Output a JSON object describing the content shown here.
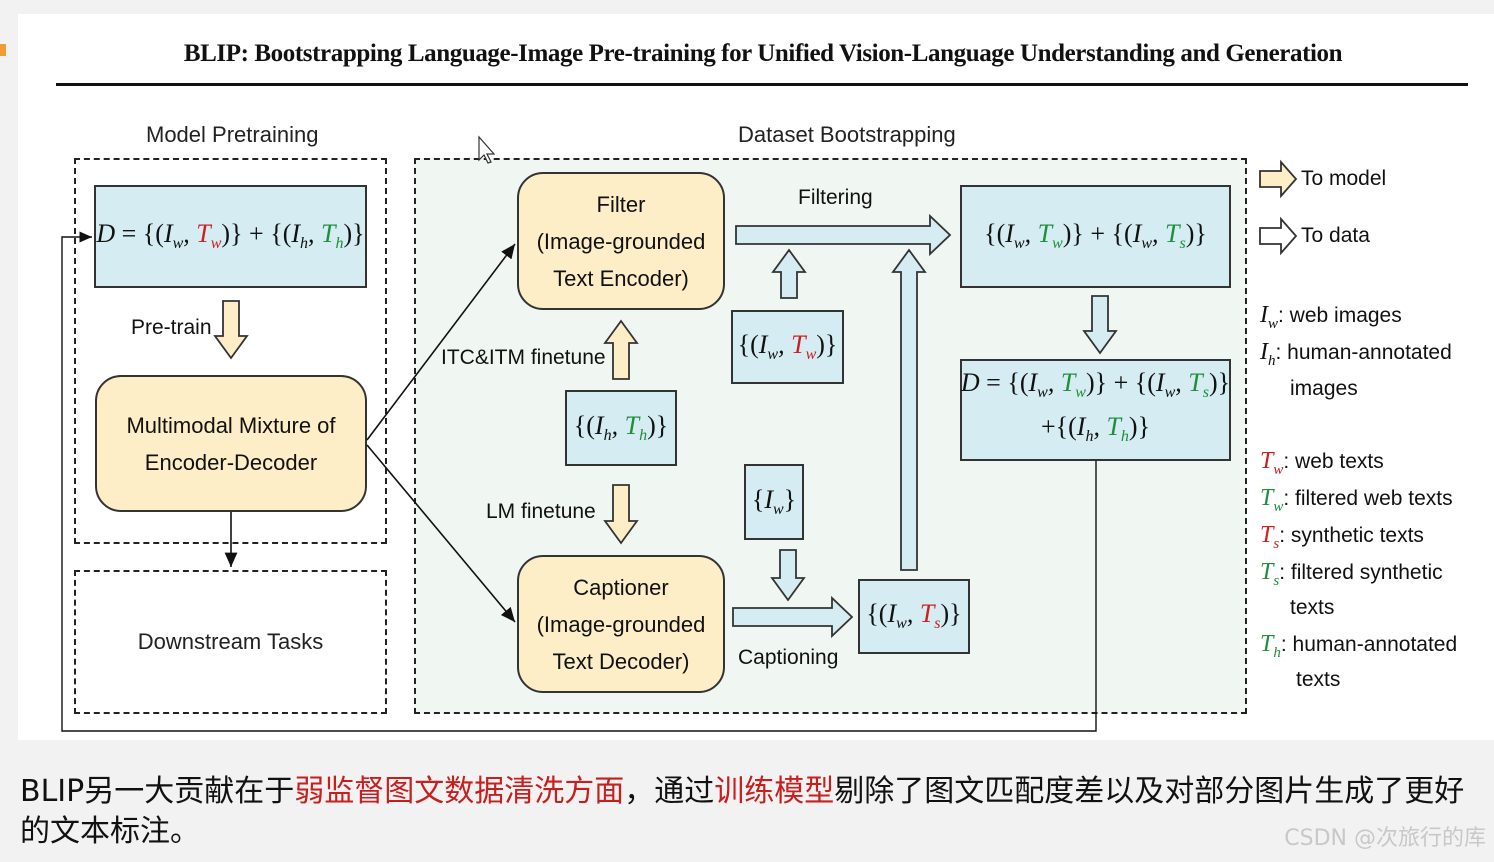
{
  "title": "BLIP: Bootstrapping Language-Image Pre-training for Unified Vision-Language Understanding and Generation",
  "sections": {
    "model_pretraining": "Model Pretraining",
    "dataset_bootstrapping": "Dataset Bootstrapping",
    "downstream": "Downstream Tasks"
  },
  "models": {
    "mixture_line1": "Multimodal Mixture of",
    "mixture_line2": "Encoder-Decoder",
    "filter_line1": "Filter",
    "filter_line2": "(Image-grounded",
    "filter_line3": "Text Encoder)",
    "captioner_line1": "Captioner",
    "captioner_line2": "(Image-grounded",
    "captioner_line3": "Text Decoder)"
  },
  "labels": {
    "pretrain": "Pre-train",
    "itc_itm": "ITC&ITM finetune",
    "lm": "LM finetune",
    "filtering": "Filtering",
    "captioning": "Captioning"
  },
  "legend": {
    "to_model": "To model",
    "to_data": "To data",
    "iw": ": web images",
    "ih_1": ": human-annotated",
    "ih_2": "images",
    "tw_red": ": web texts",
    "tw_green": ": filtered web texts",
    "ts_red": ": synthetic texts",
    "ts_green_1": ": filtered synthetic",
    "ts_green_2": "texts",
    "th_1": ": human-annotated",
    "th_2": "texts"
  },
  "caption": {
    "p1": "BLIP另一大贡献在于",
    "h1": "弱监督图文数据清洗方面",
    "p2": "，通过",
    "h2": "训练模型",
    "p3": "剔除了图文匹配度差以及对部分图片生成了更好的文本标注。"
  },
  "watermark": "CSDN @次旅行的库",
  "colors": {
    "data_fill": "#d4ecf2",
    "model_fill": "#fdeec8",
    "web_text_red": "#cc1f1f",
    "filtered_green": "#1e8f3a",
    "highlight_red": "#c81e1e"
  }
}
